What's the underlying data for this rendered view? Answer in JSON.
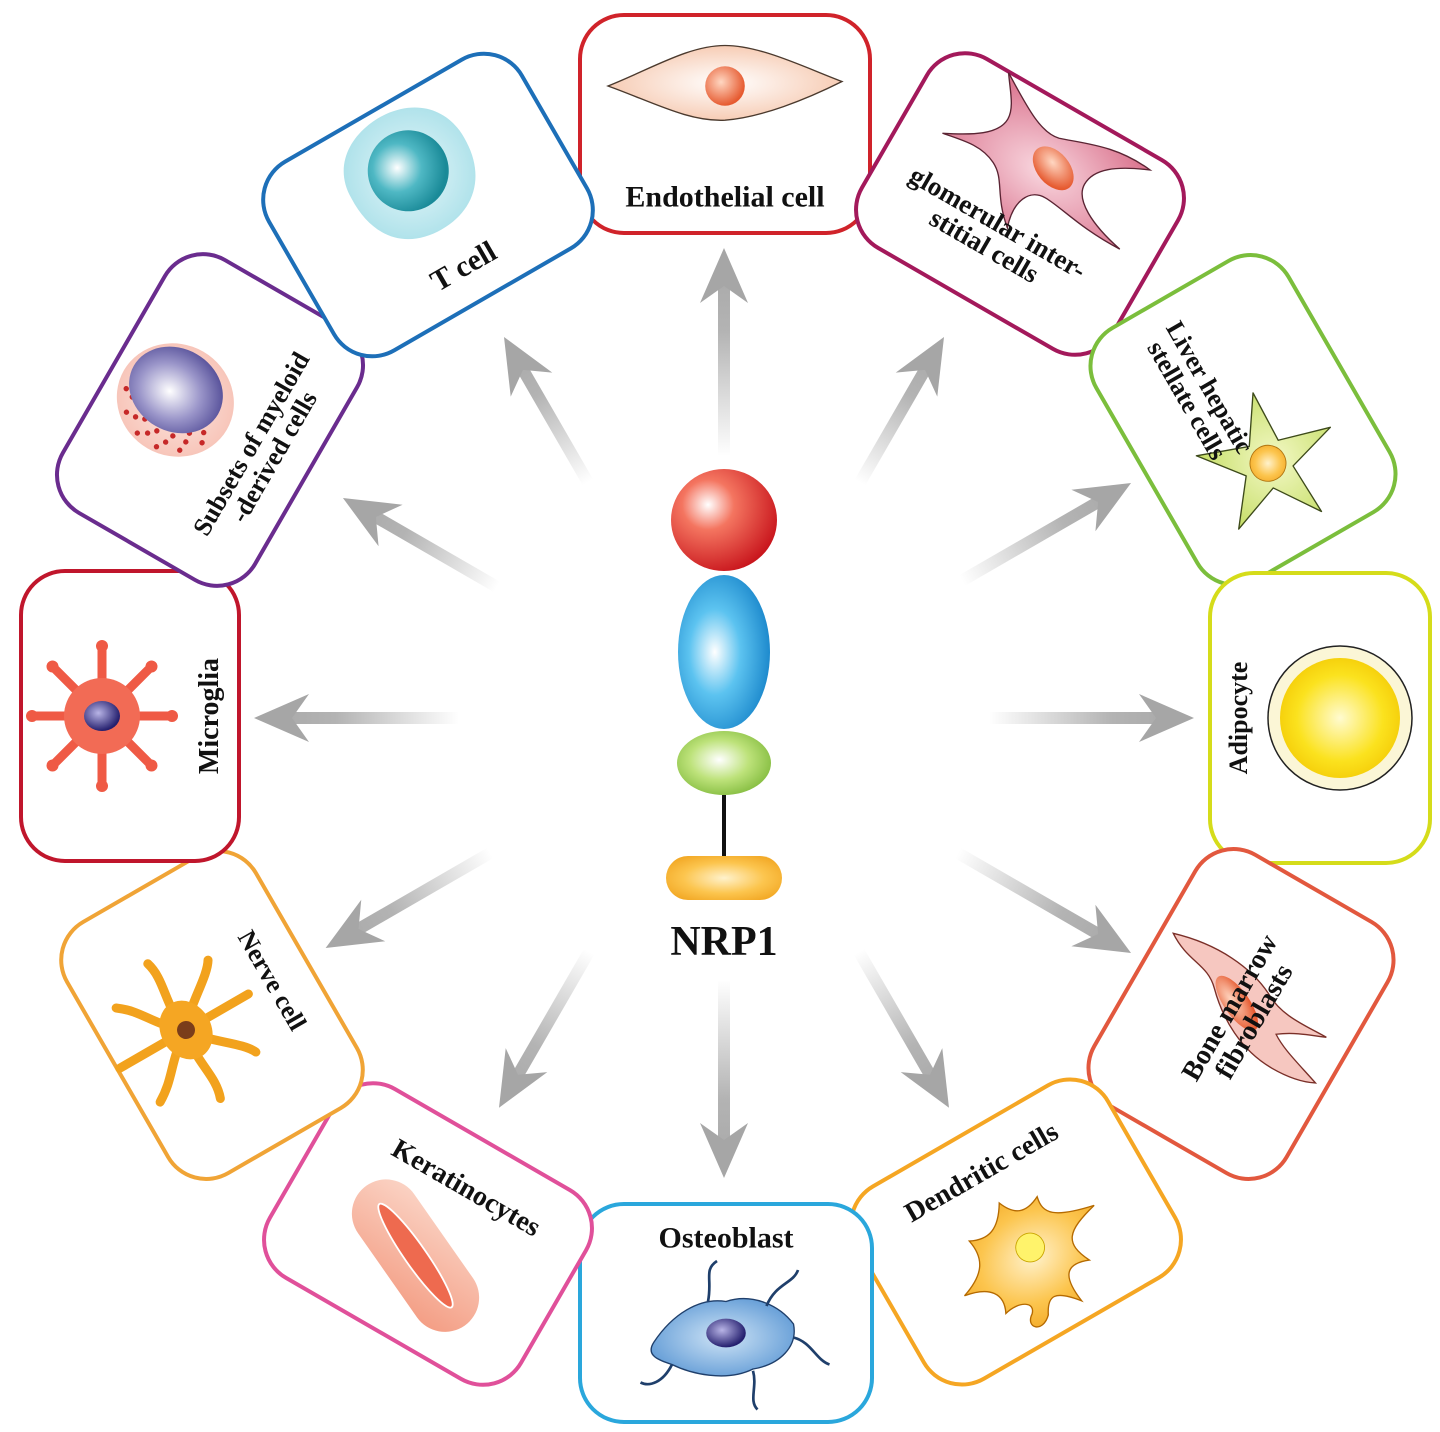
{
  "center": {
    "label": "NRP1",
    "domain_colors": [
      "#e8281e",
      "#1c9be0",
      "#8cc63f",
      "#f7a823"
    ]
  },
  "nodes": [
    {
      "id": "endothelial",
      "label_lines": [
        "Endothelial cell"
      ],
      "border_color": "#d0232a",
      "icon": "endothelial-cell-icon"
    },
    {
      "id": "glomerular",
      "label_lines": [
        "glomerular inter-",
        "stitial cells"
      ],
      "border_color": "#a3195b",
      "icon": "glomerular-interstitial-cell-icon"
    },
    {
      "id": "liver",
      "label_lines": [
        "Liver hepatic",
        "stellate cells"
      ],
      "border_color": "#7bbe3c",
      "icon": "stellate-cell-icon"
    },
    {
      "id": "adipocyte",
      "label_lines": [
        "Adipocyte"
      ],
      "border_color": "#d5dc1a",
      "icon": "adipocyte-icon"
    },
    {
      "id": "bone-marrow",
      "label_lines": [
        "Bone marrow",
        "fibroblasts"
      ],
      "border_color": "#e2583e",
      "icon": "fibroblast-icon"
    },
    {
      "id": "dendritic",
      "label_lines": [
        "Dendritic cells"
      ],
      "border_color": "#f5a623",
      "icon": "dendritic-cell-icon"
    },
    {
      "id": "osteoblast",
      "label_lines": [
        "Osteoblast"
      ],
      "border_color": "#2aa7dc",
      "icon": "osteoblast-icon"
    },
    {
      "id": "keratinocytes",
      "label_lines": [
        "Keratinocytes"
      ],
      "border_color": "#e0509a",
      "icon": "keratinocyte-icon"
    },
    {
      "id": "nerve",
      "label_lines": [
        "Nerve cell"
      ],
      "border_color": "#f0a436",
      "icon": "nerve-cell-icon"
    },
    {
      "id": "microglia",
      "label_lines": [
        "Microglia"
      ],
      "border_color": "#c0162c",
      "icon": "microglia-icon"
    },
    {
      "id": "myeloid",
      "label_lines": [
        "Subsets of myeloid",
        "-derived cells"
      ],
      "border_color": "#6a2c8e",
      "icon": "myeloid-cell-icon"
    },
    {
      "id": "t-cell",
      "label_lines": [
        "T cell"
      ],
      "border_color": "#1d6fb8",
      "icon": "t-cell-icon"
    }
  ],
  "arrow_color": "#a6a6a6"
}
